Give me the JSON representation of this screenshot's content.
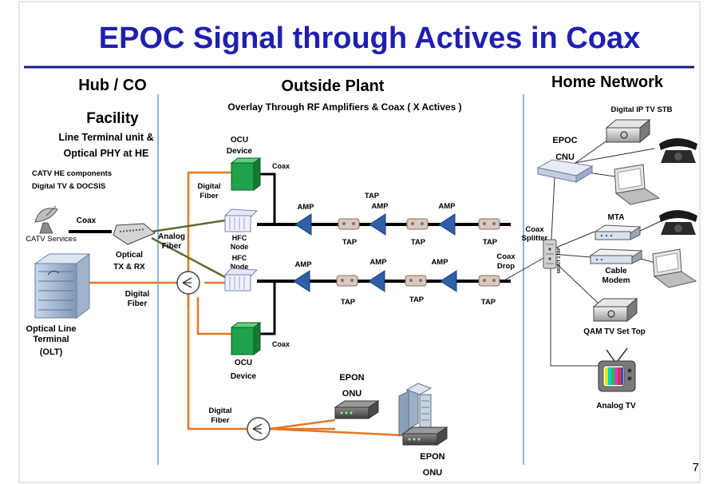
{
  "slide": {
    "title": "EPOC Signal through Actives in Coax",
    "page_number": "7"
  },
  "sections": {
    "hub_header": "Hub / CO",
    "facility": "Facility",
    "outside_plant": "Outside Plant",
    "overlay_note": "Overlay Through RF Amplifiers & Coax ( X Actives  )",
    "home_network": "Home Network"
  },
  "hub": {
    "lt_line1": "Line Terminal unit &",
    "lt_line2": "Optical PHY at HE",
    "catv_line1": "CATV HE components",
    "catv_line2": "Digital TV & DOCSIS",
    "catv_services": "CATV Services",
    "coax": "Coax",
    "optical_line1": "Optical",
    "optical_line2": "TX & RX",
    "analog_fiber_line1": "Analog",
    "analog_fiber_line2": "Fiber",
    "digital_fiber_line1": "Digital",
    "digital_fiber_line2": "Fiber",
    "olt_line1": "Optical Line",
    "olt_line2": "Terminal",
    "olt_line3": "(OLT)"
  },
  "plant": {
    "ocu_top_line1": "OCU",
    "ocu_top_line2": "Device",
    "ocu_bottom_line1": "OCU",
    "ocu_bottom_line2": "Device",
    "coax_top": "Coax",
    "coax_bottom": "Coax",
    "digital_fiber_top_line1": "Digital",
    "digital_fiber_top_line2": "Fiber",
    "digital_fiber_bottom_line1": "Digital",
    "digital_fiber_bottom_line2": "Fiber",
    "hfc1_line1": "HFC",
    "hfc1_line2": "Node",
    "hfc2_line1": "HFC",
    "hfc2_line2": "Node",
    "amp": "AMP",
    "tap": "TAP",
    "coax_splitter_line1": "Coax",
    "coax_splitter_line2": "Splitter",
    "coax_drop_line1": "Coax",
    "coax_drop_line2": "Drop",
    "epon_top_line1": "EPON",
    "epon_top_line2": "ONU",
    "epon_bottom_line1": "EPON",
    "epon_bottom_line2": "ONU"
  },
  "home": {
    "ip_stb": "Digital IP TV STB",
    "epoc_line1": "EPOC",
    "epoc_line2": "CNU",
    "mta": "MTA",
    "cable_modem_line1": "Cable",
    "cable_modem_line2": "Modem",
    "qam": "QAM TV Set Top",
    "analog_tv": "Analog TV",
    "splitter_tag": "5ROUT 3 TAP"
  },
  "colors": {
    "title": "#1f1fb0",
    "title_rule": "#1a1a8c",
    "section_divider": "#6f9ccf",
    "fiber": "#e87722",
    "analog_fiber": "#5c6b2f",
    "amp": "#2f5fa8",
    "ocu": "#1ea34a"
  }
}
